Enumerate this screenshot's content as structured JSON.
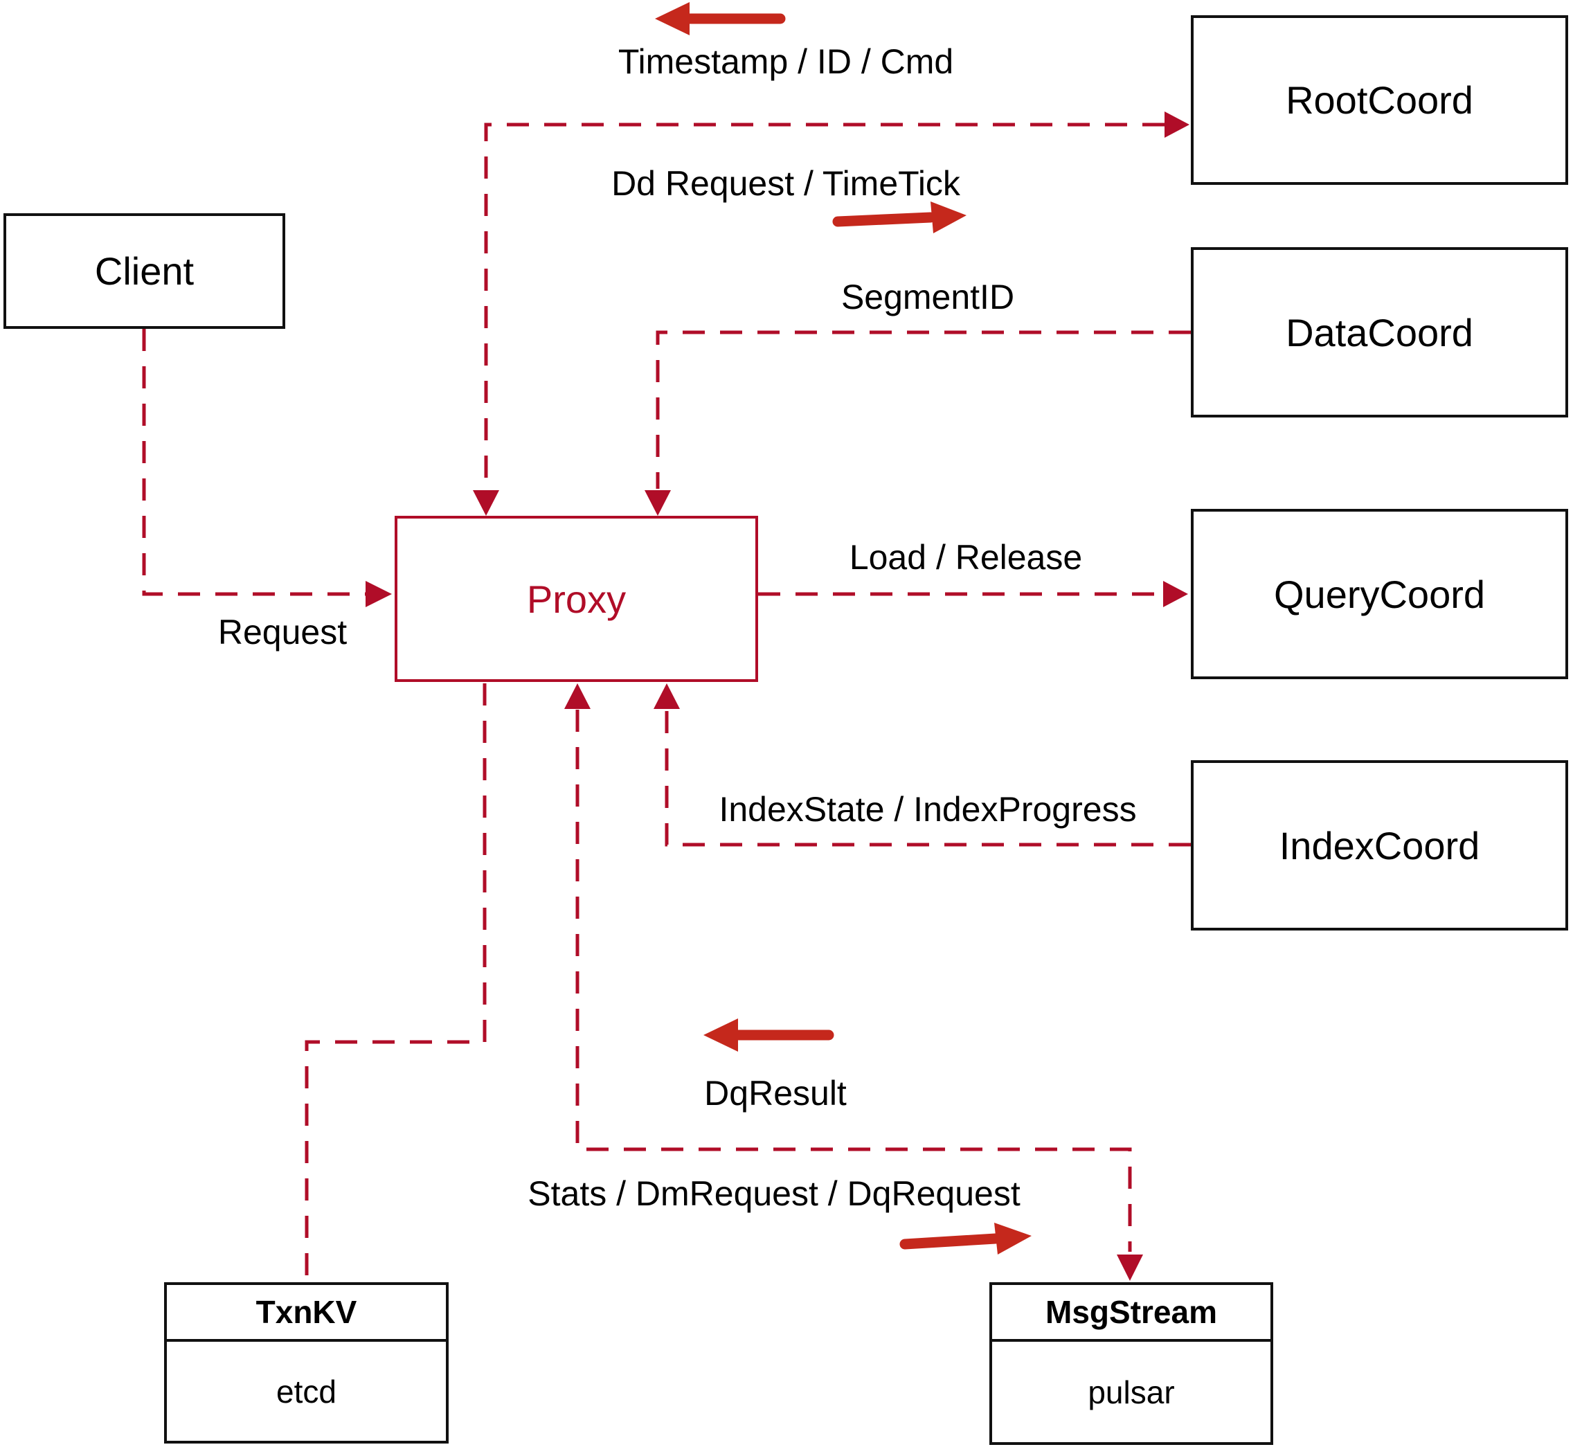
{
  "diagram": {
    "background": "#ffffff",
    "colors": {
      "box_border": "#111111",
      "text": "#000000",
      "accent": "#b00d28",
      "solid_arrow": "#c5281c"
    },
    "nodes": {
      "client": {
        "label": "Client"
      },
      "proxy": {
        "label": "Proxy"
      },
      "rootcoord": {
        "label": "RootCoord"
      },
      "datacoord": {
        "label": "DataCoord"
      },
      "querycoord": {
        "label": "QueryCoord"
      },
      "indexcoord": {
        "label": "IndexCoord"
      },
      "txnkv": {
        "title": "TxnKV",
        "body": "etcd"
      },
      "msgstream": {
        "title": "MsgStream",
        "body": "pulsar"
      }
    },
    "edge_labels": {
      "timestamp_id_cmd": "Timestamp / ID / Cmd",
      "dd_request_timetick": "Dd Request / TimeTick",
      "segment_id": "SegmentID",
      "load_release": "Load / Release",
      "index_state_progress": "IndexState / IndexProgress",
      "request": "Request",
      "dq_result": "DqResult",
      "stats_dm_dq_request": "Stats / DmRequest / DqRequest"
    }
  }
}
